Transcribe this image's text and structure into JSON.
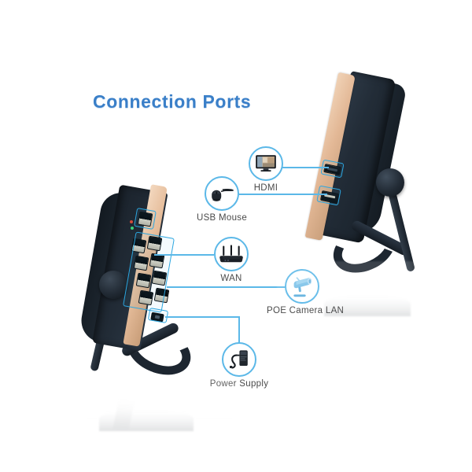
{
  "title": "Connection Ports",
  "colors": {
    "title": "#3a7fc8",
    "connector_line": "#5bb8e8",
    "callout_ring": "#5bb8e8",
    "port_highlight": "#2ba6e0",
    "label_text": "#4a4a4a",
    "device_body": "#2a3442",
    "device_bezel": "#e8c5a8",
    "camera_icon": "#7fc4e8",
    "background": "#ffffff"
  },
  "callouts": [
    {
      "id": "hdmi",
      "label": "HDMI",
      "icon": "monitor-icon"
    },
    {
      "id": "usb",
      "label": "USB Mouse",
      "icon": "mouse-icon"
    },
    {
      "id": "wan",
      "label": "WAN",
      "icon": "router-icon"
    },
    {
      "id": "poe",
      "label": "POE Camera LAN",
      "icon": "cctv-camera-icon"
    },
    {
      "id": "power",
      "label": "Power Supply",
      "icon": "power-adapter-icon"
    }
  ],
  "devices": {
    "left": {
      "name": "nvr-monitor-port-side",
      "ports": [
        "WAN",
        "POE Camera LAN",
        "Power Supply"
      ]
    },
    "right": {
      "name": "nvr-monitor-rear-side",
      "ports": [
        "HDMI",
        "USB Mouse"
      ]
    }
  }
}
